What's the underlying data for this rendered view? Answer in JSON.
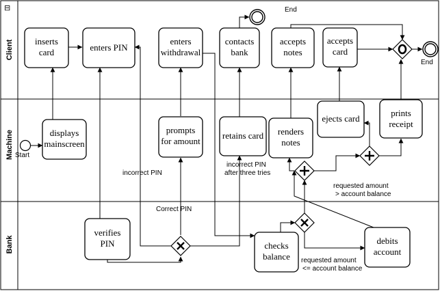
{
  "pool": {
    "collapse_glyph": "⊟"
  },
  "lanes": {
    "client": "Client",
    "machine": "Machine",
    "bank": "Bank"
  },
  "events": {
    "start": "Start",
    "end1": "End",
    "end2": "End"
  },
  "tasks": {
    "inserts_card": [
      "inserts",
      "card"
    ],
    "enters_pin": [
      "enters PIN"
    ],
    "enters_withdrawal": [
      "enters",
      "withdrawal"
    ],
    "contacts_bank": [
      "contacts",
      "bank"
    ],
    "accepts_notes": [
      "accepts",
      "notes"
    ],
    "accepts_card": [
      "accepts",
      "card"
    ],
    "displays_mainscreen": [
      "displays",
      "mainscreen"
    ],
    "prompts_for_amount": [
      "prompts",
      "for amount"
    ],
    "retains_card": [
      "retains card"
    ],
    "renders_notes": [
      "renders",
      "notes"
    ],
    "ejects_card": [
      "ejects card"
    ],
    "prints_receipt": [
      "prints",
      "receipt"
    ],
    "verifies_pin": [
      "verifies",
      "PIN"
    ],
    "checks_balance": [
      "checks",
      "balance"
    ],
    "debits_account": [
      "debits",
      "account"
    ]
  },
  "flow_labels": {
    "incorrect_pin": "incorrect PIN",
    "incorrect_pin_three_tries": [
      "incorrect PIN",
      "after three tries"
    ],
    "correct_pin": "Correct PIN",
    "amount_greater": [
      "requested amount",
      "> account balance"
    ],
    "amount_less_equal": [
      "requested amount",
      "<= account balance"
    ]
  }
}
